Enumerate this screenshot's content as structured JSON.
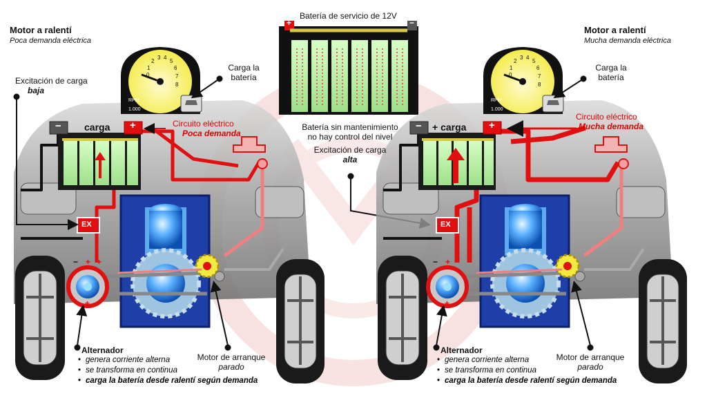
{
  "battery_top": {
    "title": "Batería de servicio de 12V",
    "caption_1": "Batería sin mantenimiento",
    "caption_2": "no hay control del nivel",
    "plus": "+",
    "minus": "−"
  },
  "left_panel": {
    "title": "Motor a ralentí",
    "subtitle": "Poca demanda eléctrica",
    "excitation_label": "Excitación de carga",
    "excitation_value": "baja",
    "battery_label_1": "Carga la",
    "battery_label_2": "batería",
    "charge_label": "carga",
    "circuit_label": "Circuito eléctrico",
    "circuit_value": "Poca demanda",
    "ex_badge": "EX",
    "starter_label_1": "Motor de arranque",
    "starter_label_2": "parado",
    "alternator_title": "Alternador",
    "alternator_items": [
      "genera corriente alterna",
      "se transforma en continua",
      "carga la batería desde ralentí según demanda"
    ]
  },
  "center_excitation": {
    "label": "Excitación de carga",
    "value": "alta"
  },
  "right_panel": {
    "title": "Motor a ralentí",
    "subtitle": "Mucha demanda eléctrica",
    "battery_label_1": "Carga la",
    "battery_label_2": "batería",
    "charge_label": "+ carga",
    "circuit_label": "Circuito eléctrico",
    "circuit_value": "Mucha demanda",
    "ex_badge": "EX",
    "starter_label_1": "Motor de arranque",
    "starter_label_2": "parado",
    "alternator_title": "Alternador",
    "alternator_items": [
      "genera corriente alterna",
      "se transforma en continua",
      "carga la batería desde ralentí según demanda"
    ]
  },
  "gauge": {
    "unit": "RPM",
    "multiplier": "1.000",
    "ticks": [
      "0",
      "1",
      "2",
      "3",
      "4",
      "5",
      "6",
      "7",
      "8"
    ]
  },
  "terminals": {
    "plus": "+",
    "minus": "−"
  },
  "colors": {
    "wire_red": "#e01010",
    "wire_pink": "#f08080",
    "gauge_yellow": "#fff58a",
    "cell_green": "#b8f0a0",
    "engine_blue": "#1e3fa8",
    "watermark": "#f4d0d0"
  }
}
